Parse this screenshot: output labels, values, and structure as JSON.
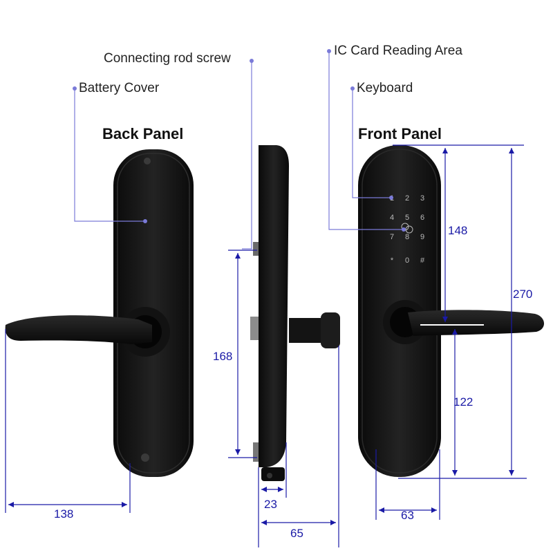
{
  "callouts": {
    "connecting_rod_screw": "Connecting rod screw",
    "ic_card_reading_area": "IC Card Reading Area",
    "battery_cover": "Battery Cover",
    "keyboard": "Keyboard"
  },
  "panels": {
    "back_title": "Back Panel",
    "front_title": "Front Panel"
  },
  "keypad_keys": [
    "1",
    "2",
    "3",
    "4",
    "5",
    "6",
    "7",
    "8",
    "9",
    "*",
    "0",
    "#"
  ],
  "dimensions": {
    "handle_length": "138",
    "panel_height_side": "168",
    "panel_thickness": "23",
    "total_depth": "65",
    "front_keypad_to_handle": "148",
    "front_handle_to_bottom": "122",
    "front_total_height": "270",
    "front_width": "63"
  },
  "colors": {
    "dimension_line": "#1a1aa6",
    "callout_line": "#7a7ad8",
    "lock_body": "#111111"
  }
}
